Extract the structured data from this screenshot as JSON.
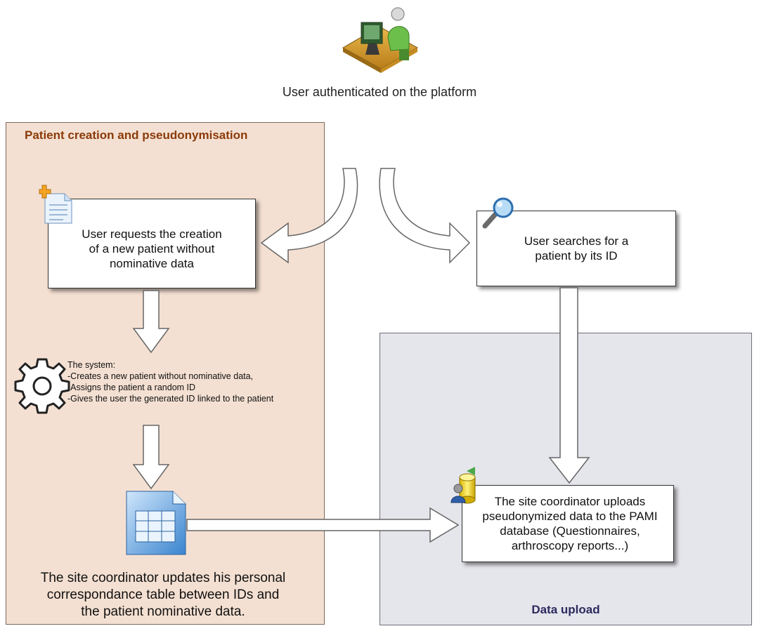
{
  "header": {
    "caption": "User authenticated on the platform"
  },
  "panels": {
    "left_title": "Patient creation and pseudonymisation",
    "right_title": "Data upload"
  },
  "steps": {
    "create_request": "User requests the creation\nof a new patient without\nnominative data",
    "search_patient": "User searches for a\npatient by its ID",
    "system_description": "The system:\n-Creates a new patient without nominative data,\n-Assigns the patient a random ID\n-Gives the user the generated ID linked to the patient",
    "coordinator_update": "The site coordinator updates his personal\ncorrespondance table between IDs and\nthe patient nominative data.",
    "coordinator_upload": "The site coordinator uploads\npseudonymized data to the PAMI\ndatabase (Questionnaires,\narthroscopy reports...)"
  },
  "colors": {
    "left_panel_fill": "#f4e0d2",
    "right_panel_fill": "#e5e5ec",
    "left_title": "#8a3a0a",
    "right_title": "#2d2a5e"
  },
  "icons": [
    "user-at-desk-icon",
    "new-document-icon",
    "magnifier-icon",
    "gear-icon",
    "spreadsheet-document-icon",
    "database-user-icon"
  ]
}
